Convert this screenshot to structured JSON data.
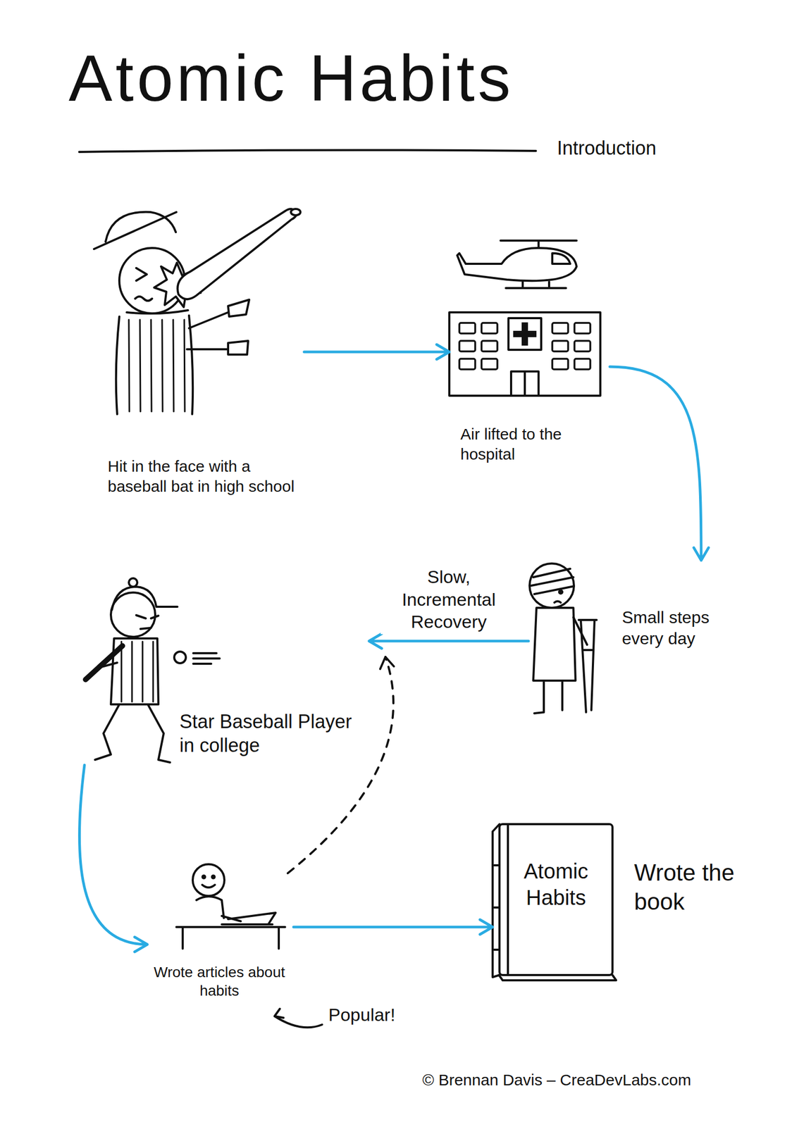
{
  "diagram": {
    "title": "Atomic Habits",
    "nodes": [
      {
        "text": [
          "Hit in the face with a baseball bat in high school"
        ]
      },
      {
        "text": [
          "Air lifted to the hospital"
        ]
      },
      {
        "text": [
          "Small steps every day"
        ]
      },
      {
        "text": [
          "Star Baseball Player in college"
        ]
      },
      {
        "text": [
          "Wrote articles about habits"
        ]
      },
      {
        "text": [
          "Atomic Habits",
          "Wrote the book"
        ]
      }
    ],
    "edges": [
      {
        "from": 0,
        "to": 1,
        "arrow": "to"
      },
      {
        "from": 1,
        "to": 2,
        "arrow": "to"
      },
      {
        "from": 2,
        "to": 3,
        "label": "Slow, Incremental Recovery",
        "arrow": "to"
      },
      {
        "from": 3,
        "to": 4,
        "arrow": "to"
      },
      {
        "from": 4,
        "to": 5,
        "arrow": "to"
      }
    ],
    "labels": [
      "Introduction",
      "Popular!",
      "© Brennan Davis – CreaDevLabs.com"
    ]
  }
}
